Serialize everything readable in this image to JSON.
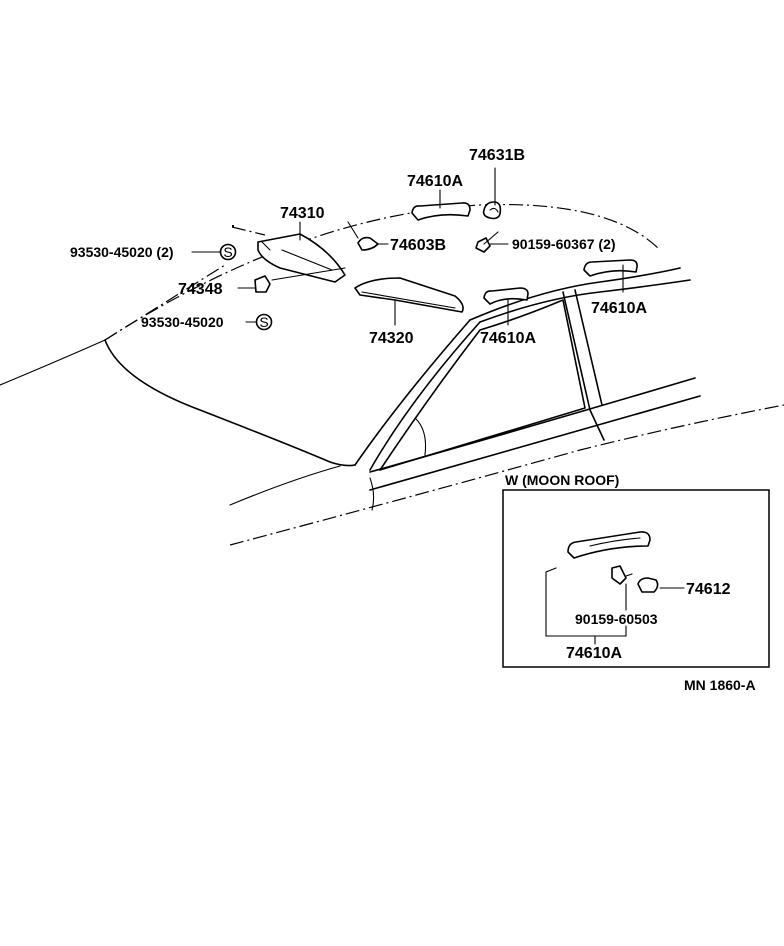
{
  "labels": {
    "p74631B": "74631B",
    "p74610A_top": "74610A",
    "p74310": "74310",
    "p74603B": "74603B",
    "p90159_60367": "90159-60367 (2)",
    "p93530_45020_2": "93530-45020 (2)",
    "p74348": "74348",
    "p93530_45020": "93530-45020",
    "p74320": "74320",
    "p74610A_mid": "74610A",
    "p74610A_right": "74610A",
    "inset_title": "W (MOON  ROOF)",
    "p74612": "74612",
    "p90159_60503": "90159-60503",
    "p74610A_inset": "74610A",
    "s_symbol_1": "S",
    "s_symbol_2": "S",
    "drawing_ref": "MN  1860-A"
  }
}
